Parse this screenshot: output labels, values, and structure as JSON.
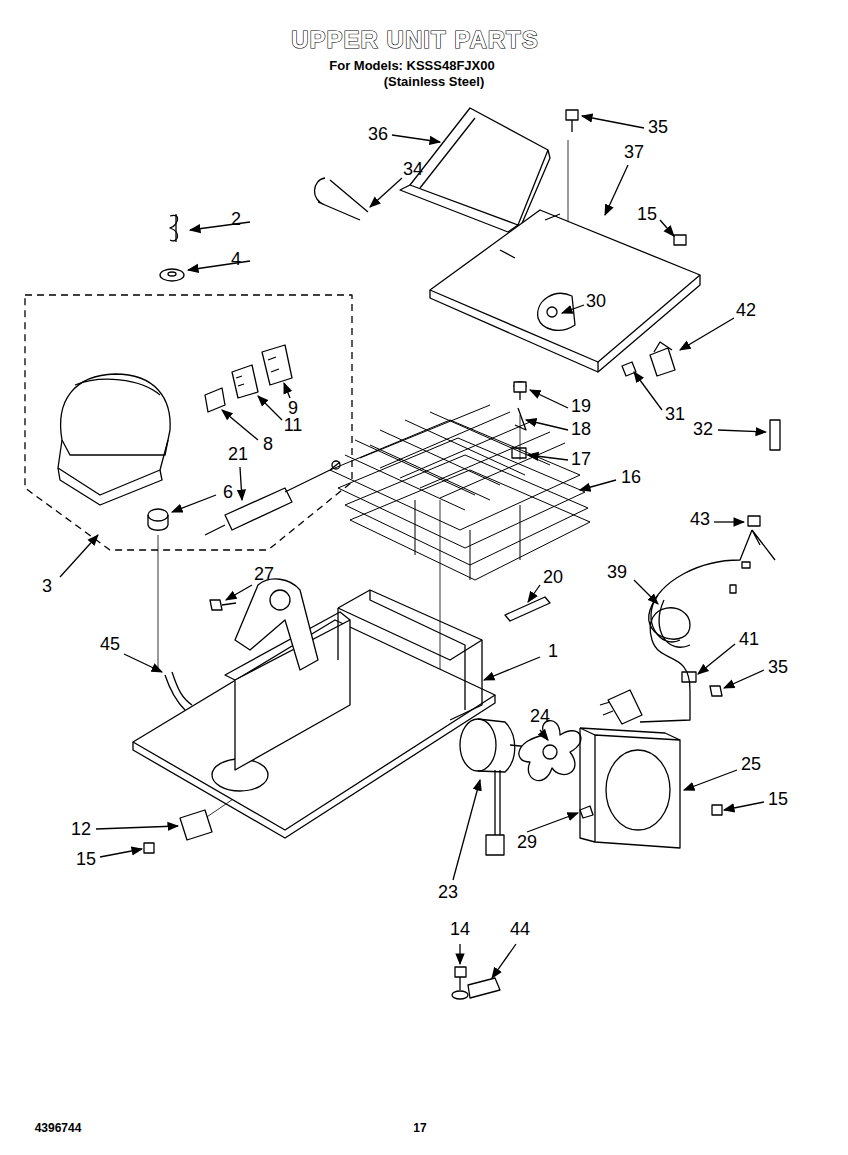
{
  "diagram": {
    "title": "UPPER UNIT PARTS",
    "labels": [
      "For Models: KSSS48FJX00",
      "(Stainless Steel)",
      "2",
      "4",
      "36",
      "35",
      "34",
      "37",
      "15",
      "30",
      "42",
      "9",
      "11",
      "8",
      "31",
      "32",
      "19",
      "18",
      "17",
      "16",
      "21",
      "6",
      "43",
      "39",
      "3",
      "27",
      "20",
      "41",
      "35",
      "45",
      "1",
      "24",
      "25",
      "15",
      "12",
      "15",
      "29",
      "23",
      "14",
      "44",
      "4396744",
      "17"
    ]
  }
}
